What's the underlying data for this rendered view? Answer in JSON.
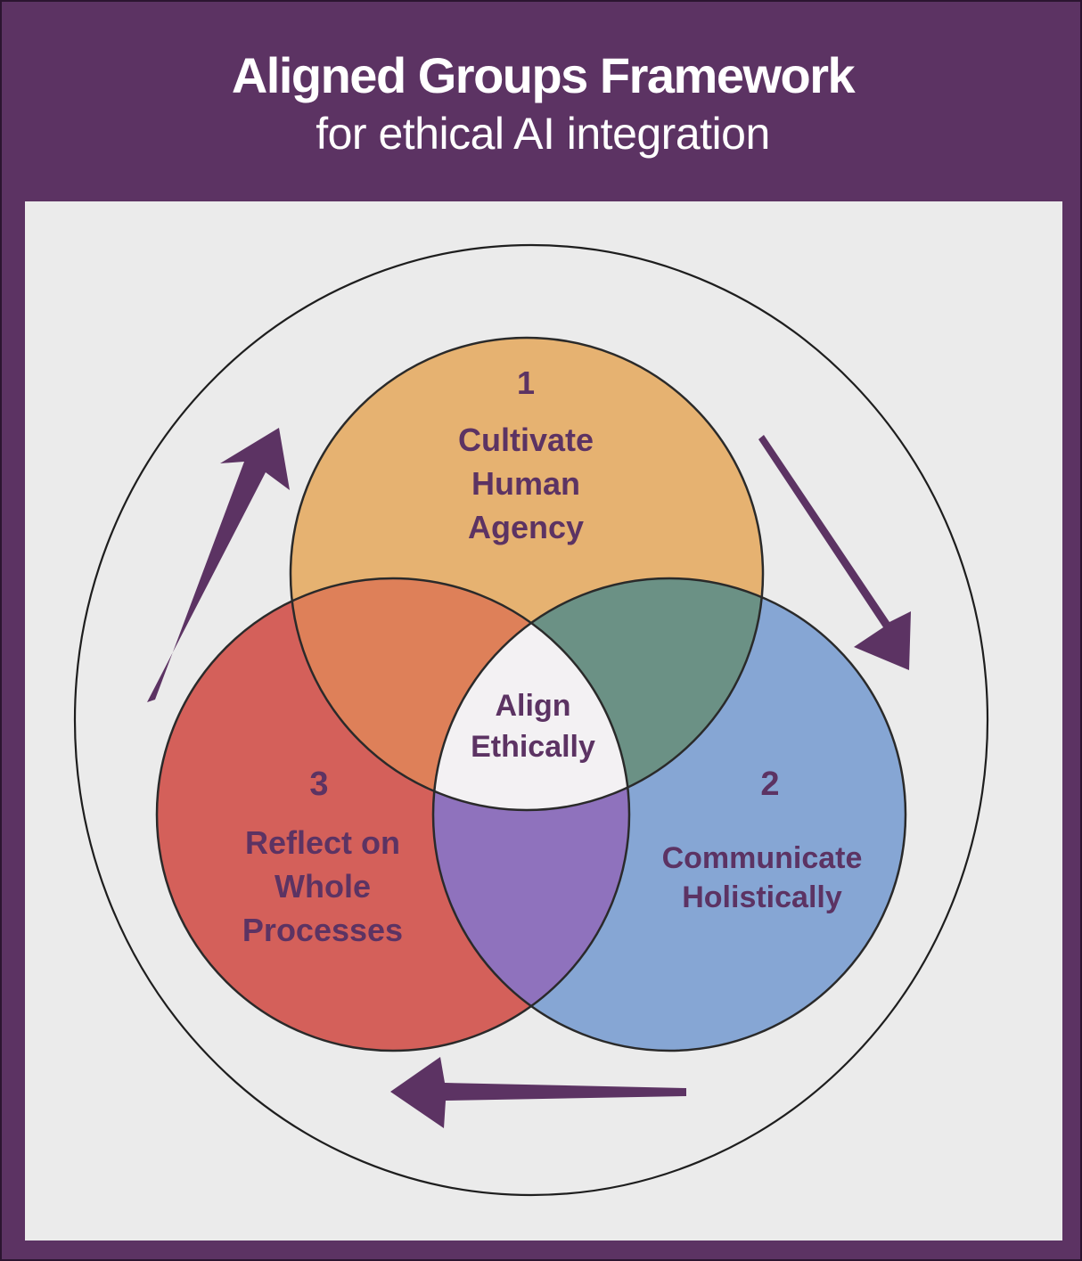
{
  "header": {
    "title": "Aligned Groups Framework",
    "subtitle": "for ethical AI integration"
  },
  "diagram": {
    "circles": [
      {
        "number": "1",
        "lines": [
          "Cultivate",
          "Human",
          "Agency"
        ],
        "color": "#e6b271"
      },
      {
        "number": "2",
        "lines": [
          "Communicate",
          "Holistically"
        ],
        "color": "#86a6d4"
      },
      {
        "number": "3",
        "lines": [
          "Reflect on",
          "Whole",
          "Processes"
        ],
        "color": "#d4605a"
      }
    ],
    "center": {
      "lines": [
        "Align",
        "Ethically"
      ]
    },
    "overlaps": {
      "one_three": "#de8059",
      "one_two": "#6b9185",
      "two_three": "#8f72bd"
    },
    "accent_color": "#5c3363"
  }
}
